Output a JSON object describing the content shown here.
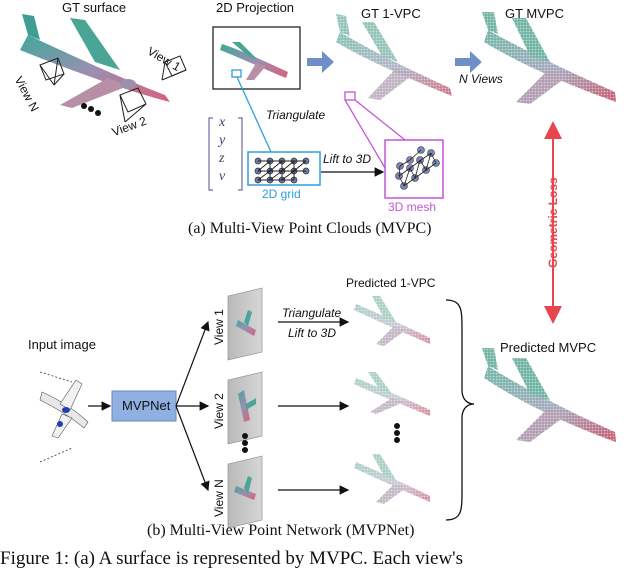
{
  "top": {
    "gt_surface": "GT surface",
    "projection": "2D Projection",
    "gt_1vpc": "GT 1-VPC",
    "gt_mvpc": "GT MVPC",
    "view_1": "View 1",
    "view_2": "View 2",
    "view_n": "View N",
    "n_views": "N Views",
    "triangulate": "Triangulate",
    "lift_to_3d": "Lift to 3D",
    "grid_2d": "2D grid",
    "mesh_3d": "3D mesh",
    "vector": [
      "x",
      "y",
      "z",
      "v"
    ],
    "caption": "(a) Multi-View Point Clouds (MVPC)"
  },
  "loss": {
    "label": "Geometric Loss"
  },
  "bottom": {
    "input_image": "Input image",
    "mvpnet": "MVPNet",
    "view_1": "View 1",
    "view_2": "View 2",
    "view_n": "View N",
    "predicted_1vpc": "Predicted 1-VPC",
    "triangulate": "Triangulate",
    "lift_to_3d": "Lift to 3D",
    "predicted_mvpc": "Predicted MVPC",
    "caption": "(b) Multi-View Point Network (MVPNet)"
  },
  "figure_caption_fragment": "Figure 1: (a) A surface is represented by MVPC. Each view's",
  "colors": {
    "arrow_blue": "#6f8fc9",
    "grid_blue": "#2f9fd8",
    "mesh_purple": "#c455d8",
    "loss_red": "#e8454f",
    "mvpnet_fill": "#8fb0e0"
  }
}
